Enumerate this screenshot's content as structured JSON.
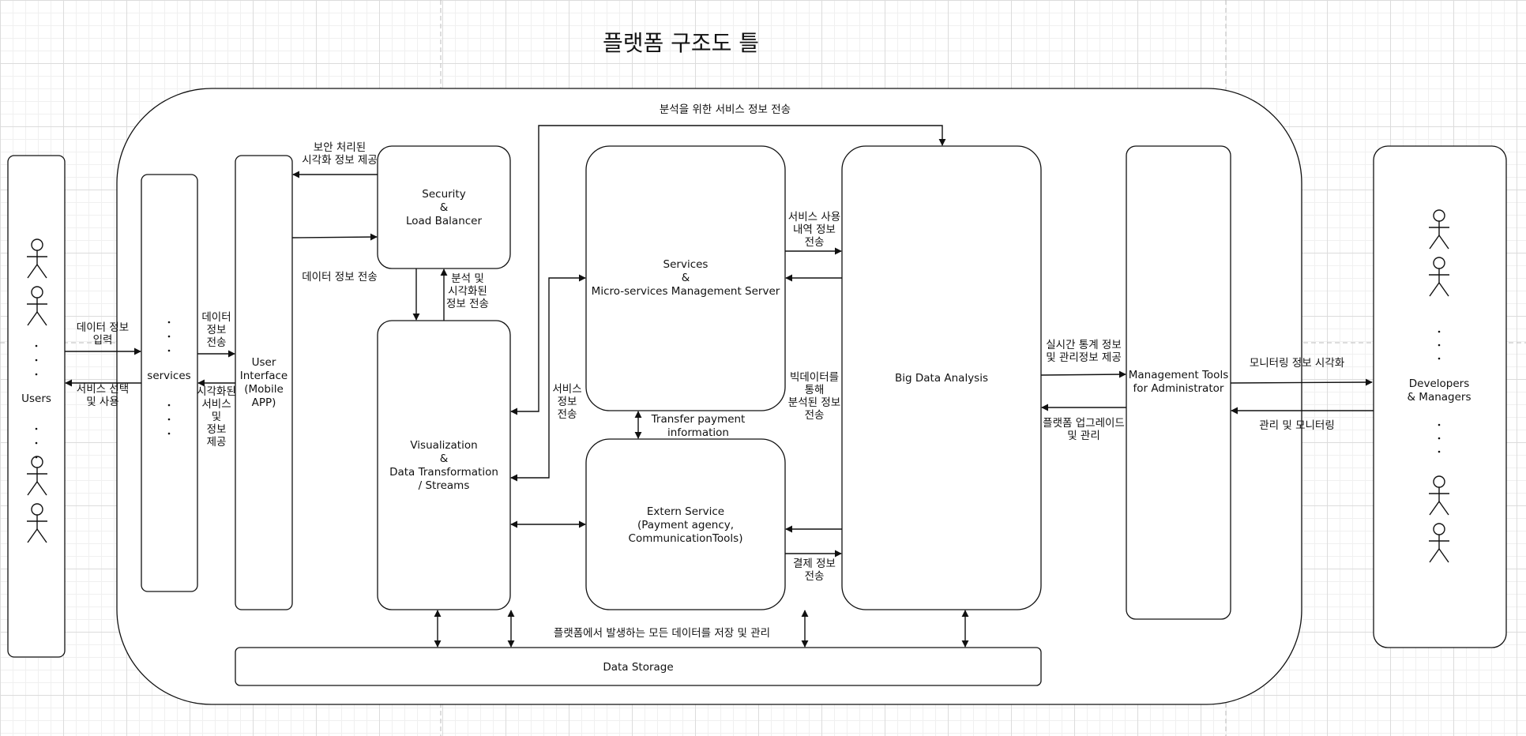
{
  "title": "플랫폼 구조도 틀",
  "nodes": {
    "users": "Users",
    "services": "services",
    "user_interface": [
      "User",
      "Interface",
      "(Mobile",
      "APP)"
    ],
    "security_lb": [
      "Security",
      "&",
      "Load Balancer"
    ],
    "visualization": [
      "Visualization",
      "&",
      "Data Transformation",
      "/ Streams"
    ],
    "services_server": [
      "Services",
      "&",
      "Micro-services Management Server"
    ],
    "extern_service": [
      "Extern Service",
      "(Payment agency,",
      "CommunicationTools)"
    ],
    "big_data": "Big Data Analysis",
    "management_tools": [
      "Management Tools",
      "for Administrator"
    ],
    "developers": [
      "Developers",
      "& Managers"
    ],
    "data_storage": "Data Storage"
  },
  "edges": {
    "data_input": [
      "데이터 정보",
      "입력"
    ],
    "service_select": [
      "서비스 선택",
      "및 사용"
    ],
    "data_transfer_small": [
      "데이터",
      "정보",
      "전송"
    ],
    "visualized_service": [
      "시각화된",
      "서비스",
      "및",
      "정보",
      "제공"
    ],
    "secure_visual": [
      "보안 처리된",
      "시각화 정보 제공"
    ],
    "data_transfer": "데이터 정보 전송",
    "analysis_visual": [
      "분석 및",
      "시각화된",
      "정보 전송"
    ],
    "service_info_analysis": "분석을 위한 서비스 정보 전송",
    "service_info": [
      "서비스",
      "정보",
      "전송"
    ],
    "usage_history": [
      "서비스 사용",
      "내역 정보",
      "전송"
    ],
    "bigdata_result": [
      "빅데이터를",
      "통해",
      "분석된 정보",
      "전송"
    ],
    "payment_transfer": [
      "Transfer payment",
      "information"
    ],
    "payment_info": [
      "결제 정보",
      "전송"
    ],
    "realtime_stats": [
      "실시간 통계 정보",
      "및 관리정보 제공"
    ],
    "platform_upgrade": [
      "플랫폼 업그레이드",
      "및 관리"
    ],
    "monitoring_visual": "모니터링 정보 시각화",
    "manage_monitor": "관리 및 모니터링",
    "storage_all": "플랫폼에서 발생하는 모든 데이터를 저장 및 관리"
  },
  "colors": {
    "stroke": "#111111",
    "fill": "#ffffff",
    "grid": "#dcdcdc"
  }
}
